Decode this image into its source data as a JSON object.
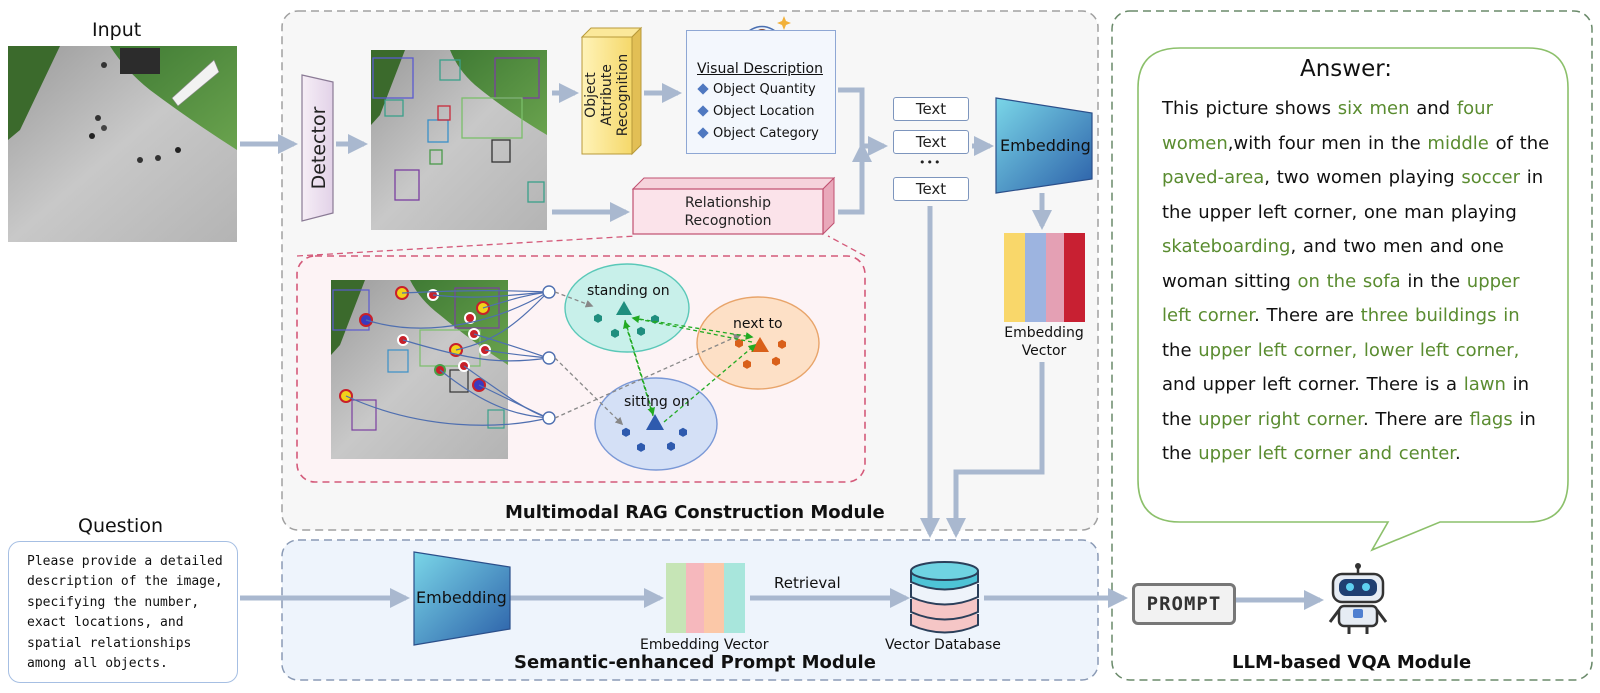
{
  "input_section": {
    "title": "Input"
  },
  "question_section": {
    "title": "Question",
    "text": "Please provide a detailed description of the image, specifying the number, exact locations, and spatial relationships among all objects."
  },
  "rag_module": {
    "title": "Multimodal RAG Construction Module",
    "detector_label": "Detector",
    "attribute_label": "Object Attribute Recognition",
    "relationship_label": "Relationship Recognotion",
    "visual_description": {
      "title": "Visual Description",
      "items": [
        "Object Quantity",
        "Object Location",
        "Object Category"
      ]
    },
    "text_boxes": [
      "Text",
      "Text",
      "Text"
    ],
    "ellipsis": "•••",
    "embedding_label": "Embedding",
    "embedding_vector_label": "Embedding Vector",
    "scene_graph": {
      "relations": [
        "standing on",
        "next to",
        "sitting on"
      ]
    }
  },
  "prompt_module": {
    "title": "Semantic-enhanced Prompt Module",
    "embedding_label": "Embedding",
    "embedding_vector_label": "Embedding Vector",
    "retrieval_label": "Retrieval",
    "vector_db_label": "Vector Database"
  },
  "vqa_module": {
    "title": "LLM-based VQA Module",
    "prompt_label": "PROMPT",
    "answer_title": "Answer:"
  },
  "colors": {
    "arrow": "#a9b8cf",
    "highlight_green": "#5a8c30",
    "rag_border": "#a0a0a0",
    "prompt_bg": "#eef4fc",
    "vqa_border": "#6a8a6a",
    "answer_border": "#8cc06b",
    "scene_pink": "#d45a7a"
  },
  "icons": [
    "eye-icon",
    "robot-icon",
    "database-icon"
  ]
}
